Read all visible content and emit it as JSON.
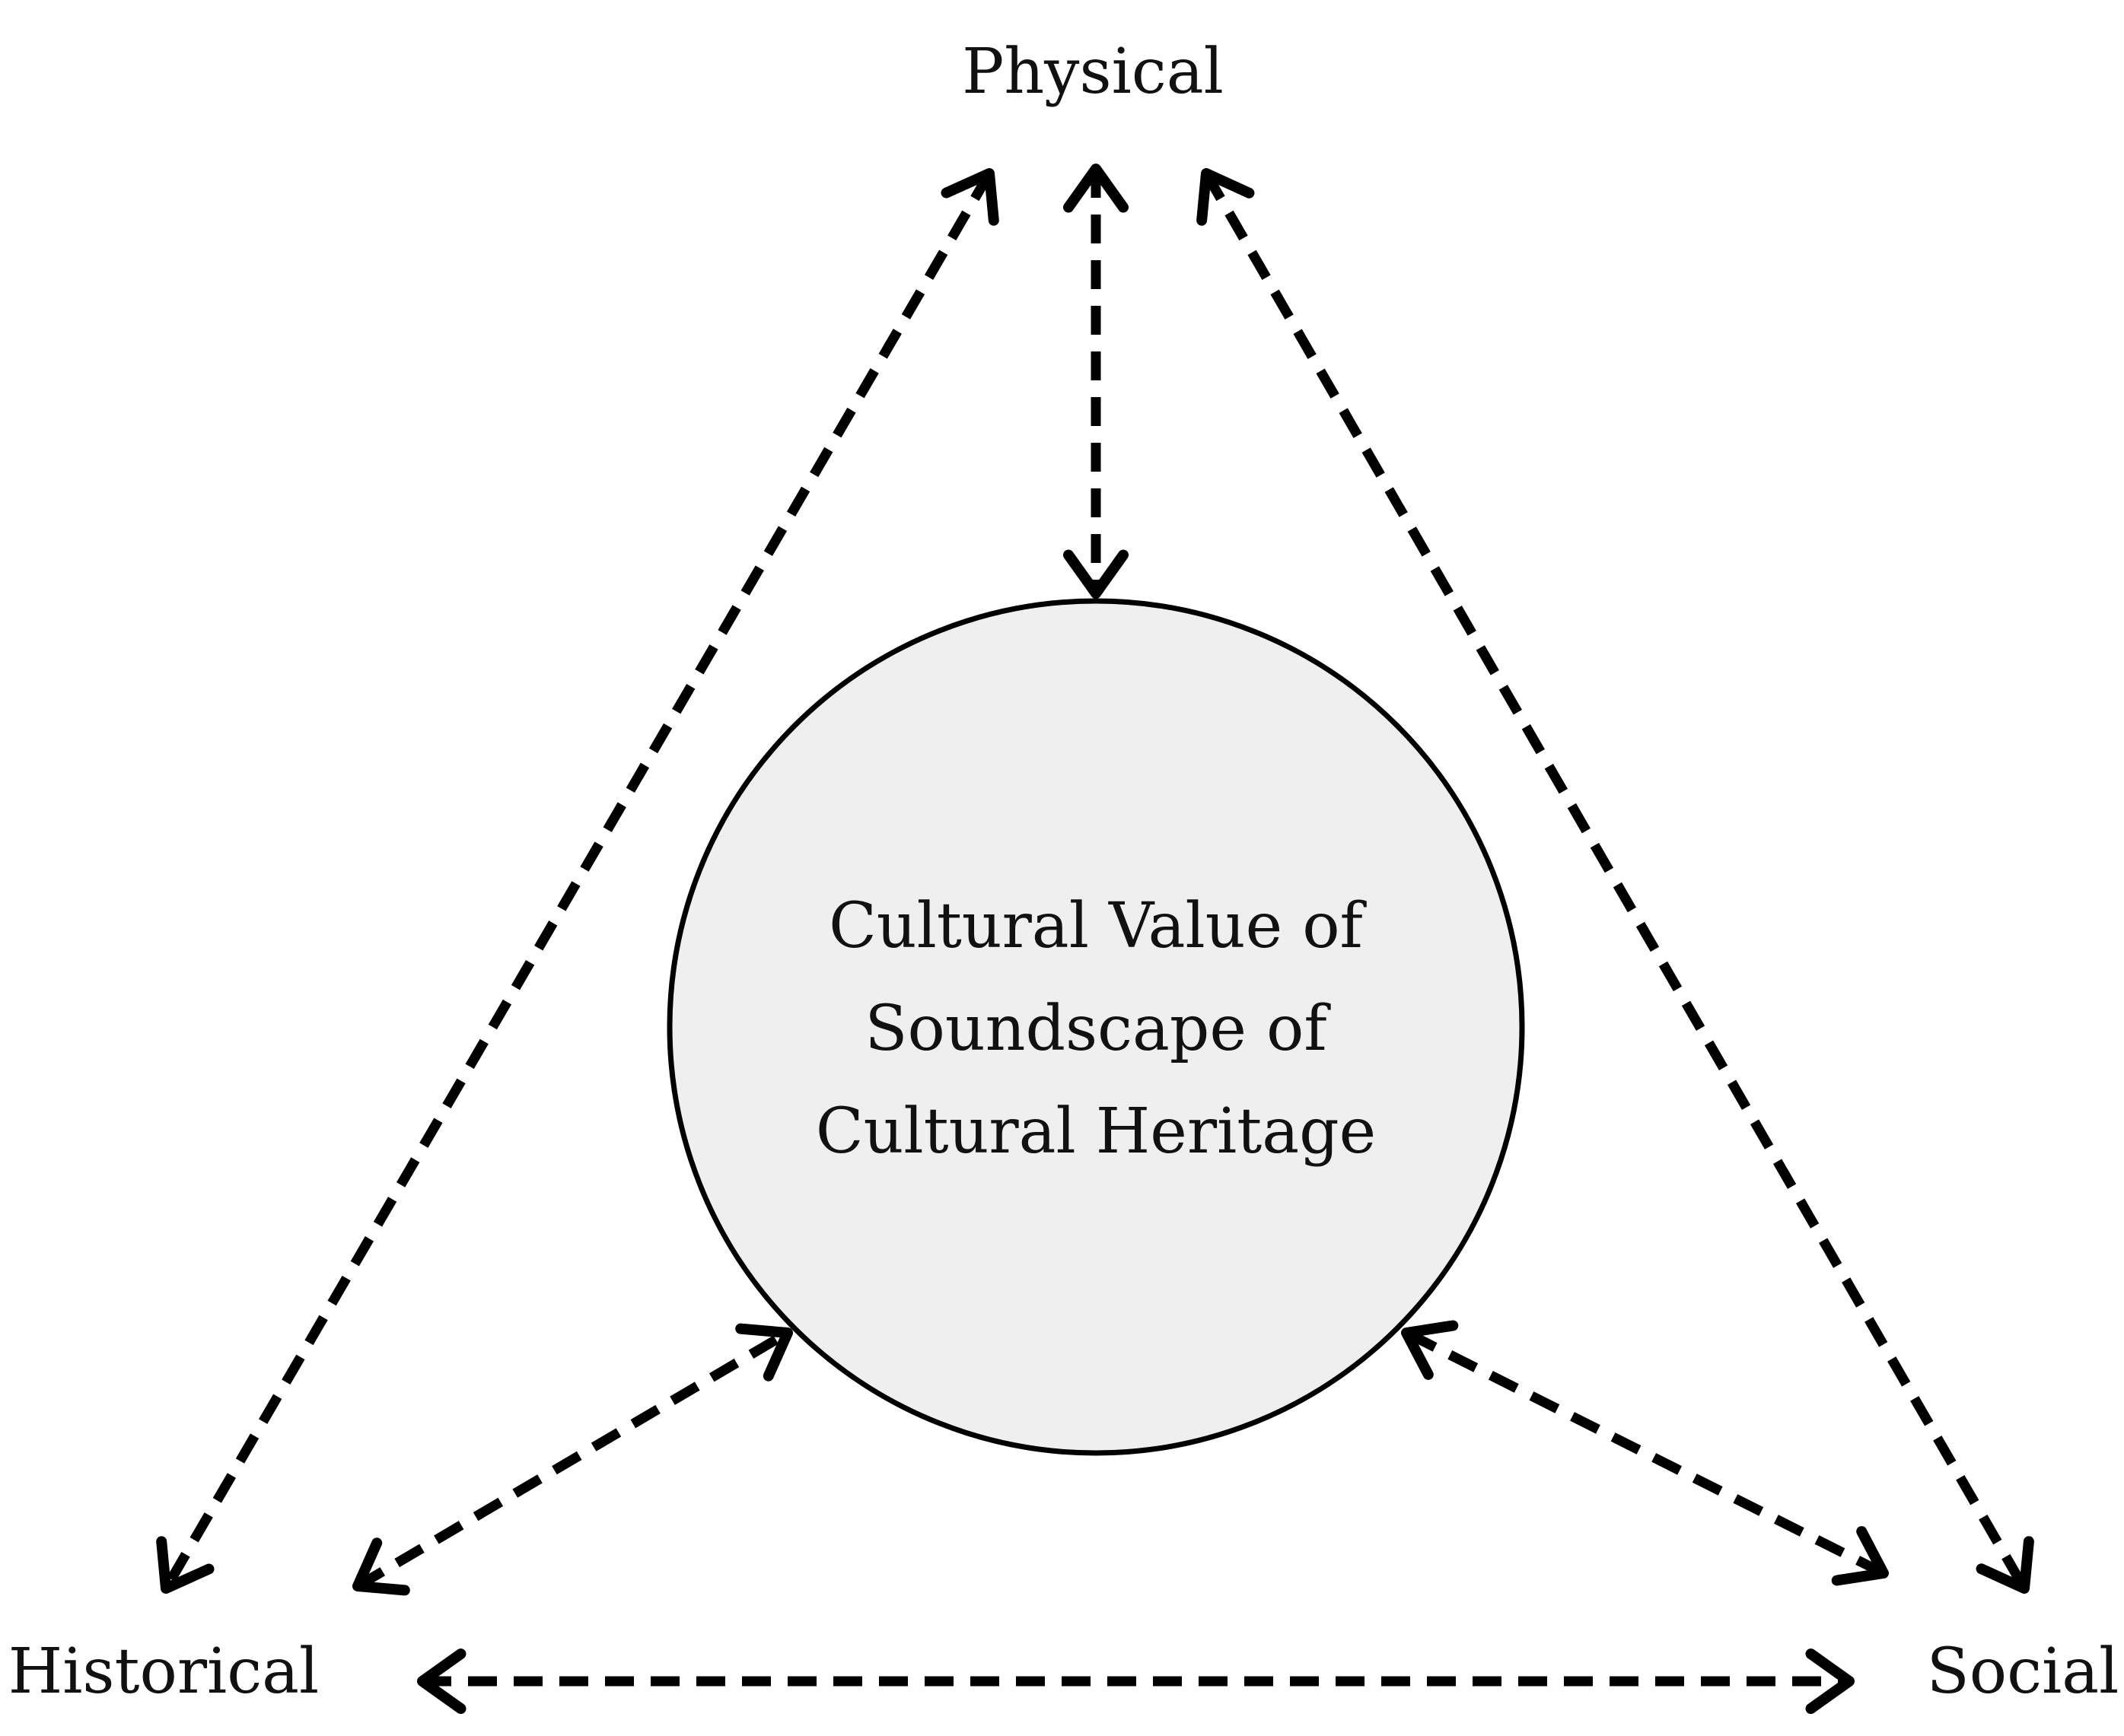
{
  "diagram": {
    "nodes": {
      "physical": "Physical",
      "historical": "Historical",
      "social": "Social"
    },
    "center": {
      "lines": [
        "Cultural Value of",
        "Soundscape of",
        "Cultural Heritage"
      ]
    },
    "connections": [
      {
        "from": "physical",
        "to": "historical",
        "style": "dashed",
        "direction": "bidirectional"
      },
      {
        "from": "physical",
        "to": "center",
        "style": "dashed",
        "direction": "bidirectional"
      },
      {
        "from": "physical",
        "to": "social",
        "style": "dashed",
        "direction": "bidirectional"
      },
      {
        "from": "historical",
        "to": "center",
        "style": "dashed",
        "direction": "bidirectional"
      },
      {
        "from": "social",
        "to": "center",
        "style": "dashed",
        "direction": "bidirectional"
      },
      {
        "from": "historical",
        "to": "social",
        "style": "dashed",
        "direction": "bidirectional"
      }
    ],
    "colors": {
      "line": "#000000",
      "circle_fill": "#efefef",
      "text": "#111111",
      "background": "#ffffff"
    }
  }
}
